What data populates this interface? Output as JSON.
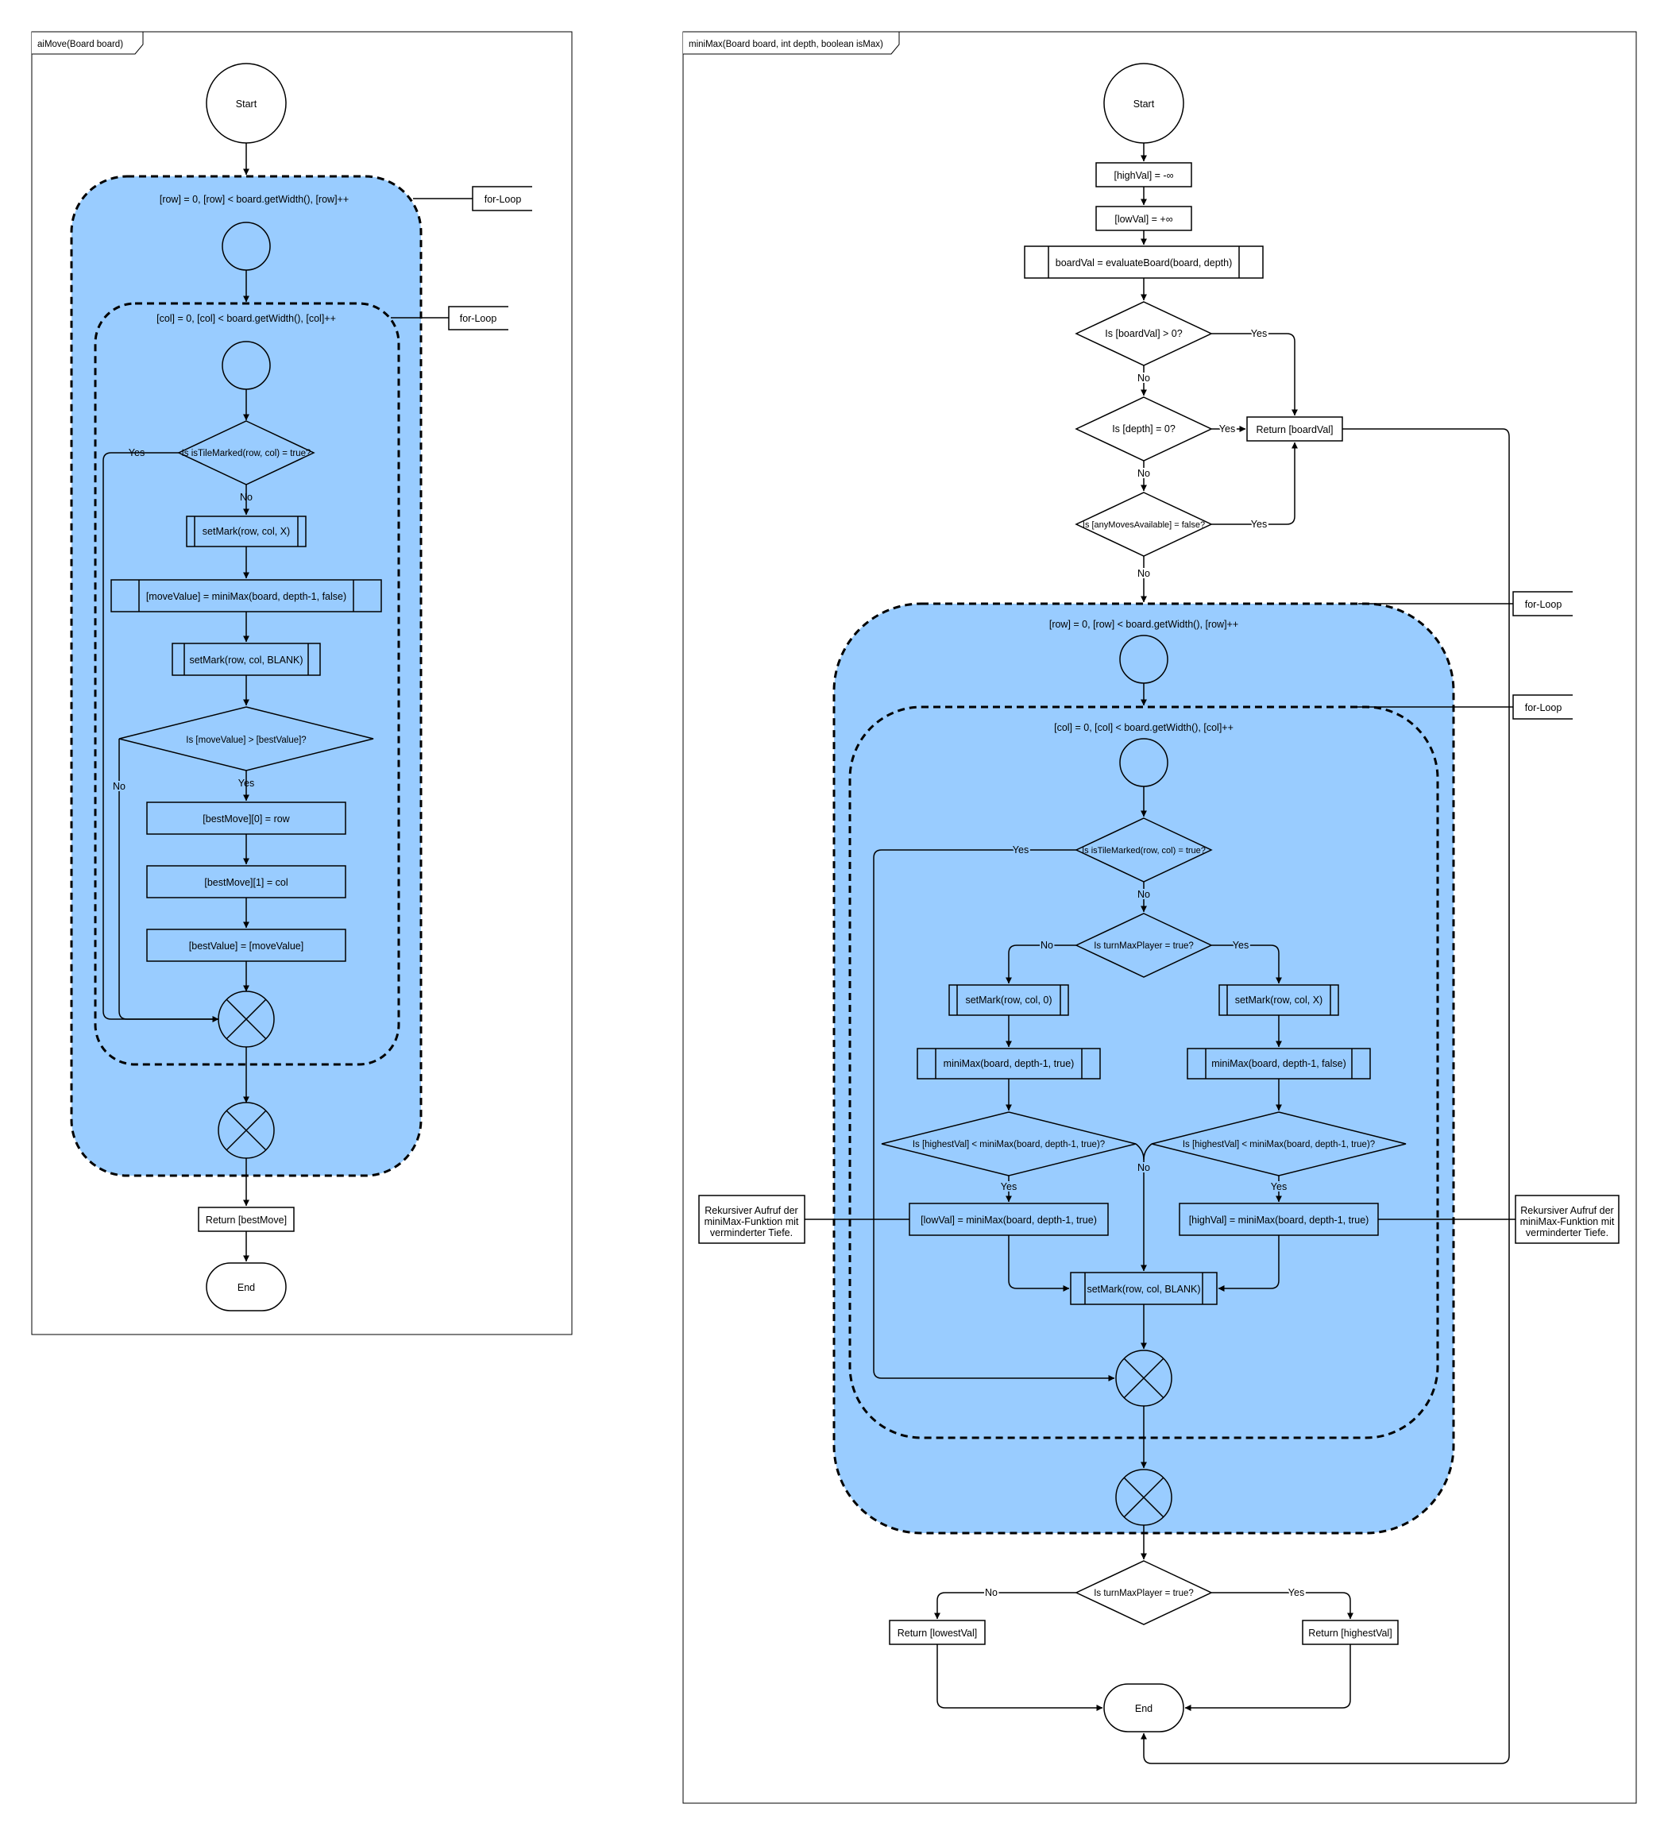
{
  "colors": {
    "loop_fill": "#99ccff",
    "line": "#000000",
    "background": "#ffffff"
  },
  "left": {
    "frame_title": "aiMove(Board board)",
    "start": "Start",
    "end": "End",
    "row_loop_header": "[row] = 0, [row] < board.getWidth(), [row]++",
    "col_loop_header": "[col] = 0, [col] < board.getWidth(), [col]++",
    "loop_note_outer": "for-Loop",
    "loop_note_inner": "for-Loop",
    "cond_tile": "Is isTileMarked(row, col) = true?",
    "set_x": "setMark(row, col, X)",
    "move_value": "[moveValue] = miniMax(board, depth-1, false)",
    "set_blank": "setMark(row, col, BLANK)",
    "cond_best": "Is [moveValue] > [bestValue]?",
    "best0": "[bestMove][0] = row",
    "best1": "[bestMove][1] = col",
    "best_val": "[bestValue] = [moveValue]",
    "return": "Return [bestMove]",
    "yes1": "Yes",
    "no1": "No",
    "yes2": "Yes",
    "no2": "No"
  },
  "right": {
    "frame_title": "miniMax(Board board, int depth, boolean isMax)",
    "start": "Start",
    "end": "End",
    "high_init": "[highVal] = -∞",
    "low_init": "[lowVal] = +∞",
    "eval": "boardVal = evaluateBoard(board, depth)",
    "cond_board": "Is [boardVal] > 0?",
    "cond_depth": "Is [depth] = 0?",
    "cond_moves": "Is [anyMovesAvailable] = false?",
    "return_board": "Return [boardVal]",
    "row_loop_header": "[row] = 0, [row] < board.getWidth(), [row]++",
    "col_loop_header": "[col] = 0, [col] < board.getWidth(), [col]++",
    "loop_note_outer": "for-Loop",
    "loop_note_inner": "for-Loop",
    "cond_tile": "Is isTileMarked(row, col) = true?",
    "cond_turn": "Is turnMaxPlayer  = true?",
    "set_o": "setMark(row, col, 0)",
    "set_x": "setMark(row, col, X)",
    "mm_true": "miniMax(board, depth-1, true)",
    "mm_false": "miniMax(board, depth-1, false)",
    "cond_low": "Is [highestVal] < miniMax(board, depth-1, true)?",
    "cond_high": "Is [highestVal] < miniMax(board, depth-1, true)?",
    "low_assign": "[lowVal] = miniMax(board, depth-1, true)",
    "high_assign": "[highVal] = miniMax(board, depth-1, true)",
    "set_blank": "setMark(row, col, BLANK)",
    "note_left": [
      "Rekursiver Aufruf der",
      "miniMax-Funktion mit",
      "verminderter Tiefe."
    ],
    "note_right": [
      "Rekursiver Aufruf der",
      "miniMax-Funktion mit",
      "verminderter Tiefe."
    ],
    "cond_turn_final": "Is turnMaxPlayer  = true?",
    "return_lowest": "Return [lowestVal]",
    "return_highest": "Return [highestVal]",
    "yes_board": "Yes",
    "no_board": "No",
    "yes_depth": "Yes",
    "no_depth": "No",
    "yes_moves": "Yes",
    "no_moves": "No",
    "yes_tile": "Yes",
    "no_tile": "No",
    "no_turn": "No",
    "yes_turn": "Yes",
    "yes_low": "Yes",
    "yes_high": "Yes",
    "no_merge": "No",
    "no_final": "No",
    "yes_final": "Yes"
  }
}
